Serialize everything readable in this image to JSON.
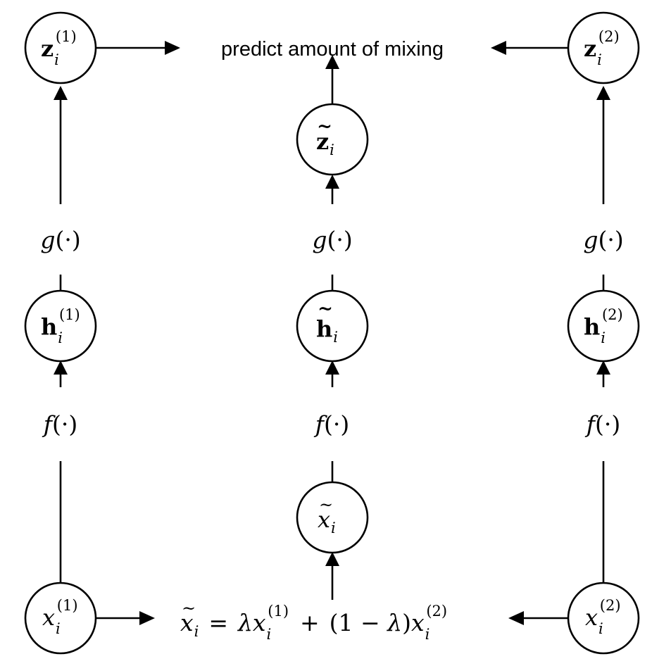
{
  "title": "predict amount of mixing",
  "nodes": {
    "z1": {
      "base": "z",
      "sub": "i",
      "sup": "(1)"
    },
    "z2": {
      "base": "z",
      "sub": "i",
      "sup": "(2)"
    },
    "z_mix": {
      "base": "z",
      "tilde": "~",
      "sub": "i"
    },
    "h1": {
      "base": "h",
      "sub": "i",
      "sup": "(1)"
    },
    "h2": {
      "base": "h",
      "sub": "i",
      "sup": "(2)"
    },
    "h_mix": {
      "base": "h",
      "tilde": "~",
      "sub": "i"
    },
    "x1": {
      "base": "x",
      "sub": "i",
      "sup": "(1)"
    },
    "x2": {
      "base": "x",
      "sub": "i",
      "sup": "(2)"
    },
    "x_mix": {
      "base": "x",
      "tilde": "~",
      "sub": "i"
    }
  },
  "functions": {
    "g_left": {
      "name": "g",
      "paren_open": "(",
      "dot": "·",
      "paren_close": ")"
    },
    "g_mid": {
      "name": "g",
      "paren_open": "(",
      "dot": "·",
      "paren_close": ")"
    },
    "g_right": {
      "name": "g",
      "paren_open": "(",
      "dot": "·",
      "paren_close": ")"
    },
    "f_left": {
      "name": "f",
      "paren_open": "(",
      "dot": "·",
      "paren_close": ")"
    },
    "f_mid": {
      "name": "f",
      "paren_open": "(",
      "dot": "·",
      "paren_close": ")"
    },
    "f_right": {
      "name": "f",
      "paren_open": "(",
      "dot": "·",
      "paren_close": ")"
    }
  },
  "equation": {
    "lhs_base": "x",
    "lhs_tilde": "~",
    "lhs_sub": "i",
    "eq": "=",
    "lambda": "λ",
    "x1_base": "x",
    "x1_sub": "i",
    "x1_sup": "(1)",
    "plus": "+",
    "coef": "(1 − ",
    "lambda2": "λ",
    "coef_close": ")",
    "x2_base": "x",
    "x2_sub": "i",
    "x2_sup": "(2)"
  }
}
